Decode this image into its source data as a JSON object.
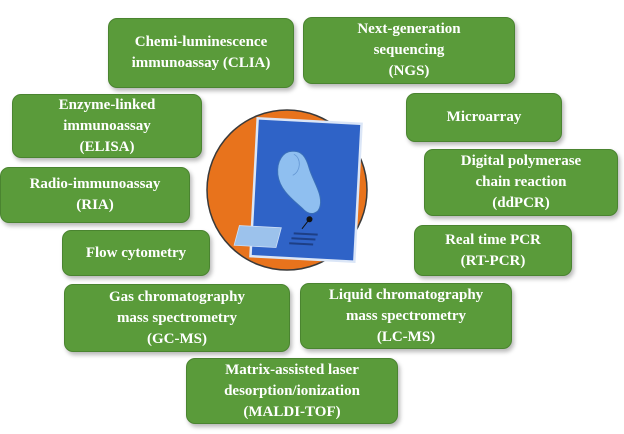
{
  "methods": {
    "clia": {
      "lines": [
        "Chemi-luminescence",
        "immunoassay (CLIA)"
      ]
    },
    "ngs": {
      "lines": [
        "Next-generation",
        "sequencing",
        "(NGS)"
      ]
    },
    "elisa": {
      "lines": [
        "Enzyme-linked",
        "immunoassay",
        "(ELISA)"
      ]
    },
    "microarray": {
      "lines": [
        "Microarray"
      ]
    },
    "ddpcr": {
      "lines": [
        "Digital polymerase",
        "chain reaction",
        "(ddPCR)"
      ]
    },
    "ria": {
      "lines": [
        "Radio-immunoassay",
        "(RIA)"
      ]
    },
    "rtpcr": {
      "lines": [
        "Real time PCR",
        "(RT-PCR)"
      ]
    },
    "flow": {
      "lines": [
        "Flow cytometry"
      ]
    },
    "gcms": {
      "lines": [
        "Gas chromatography",
        "mass spectrometry",
        "(GC-MS)"
      ]
    },
    "lcms": {
      "lines": [
        "Liquid chromatography",
        "mass spectrometry",
        "(LC-MS)"
      ]
    },
    "maldi": {
      "lines": [
        "Matrix-assisted laser",
        "desorption/ionization",
        "(MALDI-TOF)"
      ]
    }
  },
  "colors": {
    "box_fill": "#5a9b3a",
    "box_text": "#ffffff",
    "circle_fill": "#e8731c",
    "card_fill": "#2f63c7",
    "card_border": "#dbe6f7",
    "foot_fill": "#8fbff0"
  },
  "icons": {
    "center": "foot-print-test-card-icon"
  }
}
